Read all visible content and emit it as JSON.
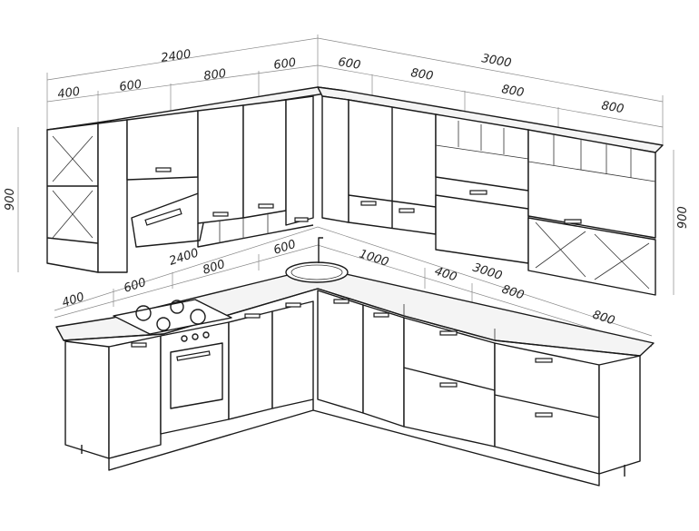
{
  "drawing": {
    "upper_dimensions": {
      "left_total": "2400",
      "left_segments": [
        "400",
        "600",
        "800",
        "600"
      ],
      "right_total": "3000",
      "right_segments": [
        "600",
        "800",
        "800",
        "800"
      ],
      "height_left": "900",
      "height_right": "900"
    },
    "lower_dimensions": {
      "left_total": "2400",
      "left_segments": [
        "400",
        "600",
        "800",
        "600"
      ],
      "right_total": "3000",
      "right_segments": [
        "1000",
        "400",
        "800",
        "800"
      ]
    }
  }
}
